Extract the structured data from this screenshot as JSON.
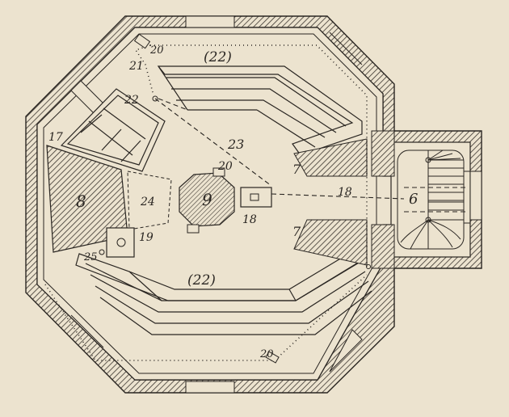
{
  "colors": {
    "paper": "#ece3cf",
    "ink": "#2a2622",
    "hatch": "#3a342e"
  },
  "labels": {
    "l6": "6",
    "l7a": "7",
    "l7b": "7",
    "l8": "8",
    "l9": "9",
    "l17": "17",
    "l18a": "18",
    "l18b": "18",
    "l19": "19",
    "l20a": "20",
    "l20b": "20",
    "l20c": "20",
    "l21": "21",
    "l22a": "22",
    "l22top": "(22)",
    "l22bottom": "(22)",
    "l23": "23",
    "l24": "24",
    "l25": "25"
  }
}
